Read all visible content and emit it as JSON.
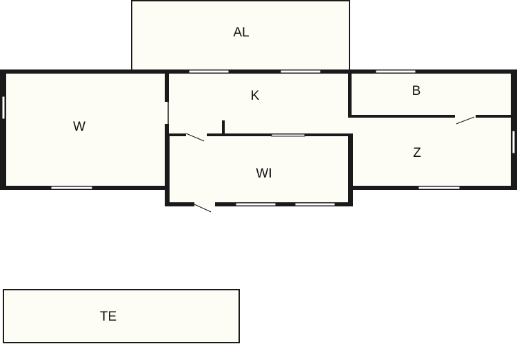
{
  "colors": {
    "floor": "#fdfdf6",
    "wall": "#1a1a1a",
    "window": "#ffffff",
    "door": "#ffffff"
  },
  "rooms": {
    "al": "AL",
    "k": "K",
    "b": "B",
    "w": "W",
    "z": "Z",
    "wi": "WI",
    "te": "TE"
  }
}
